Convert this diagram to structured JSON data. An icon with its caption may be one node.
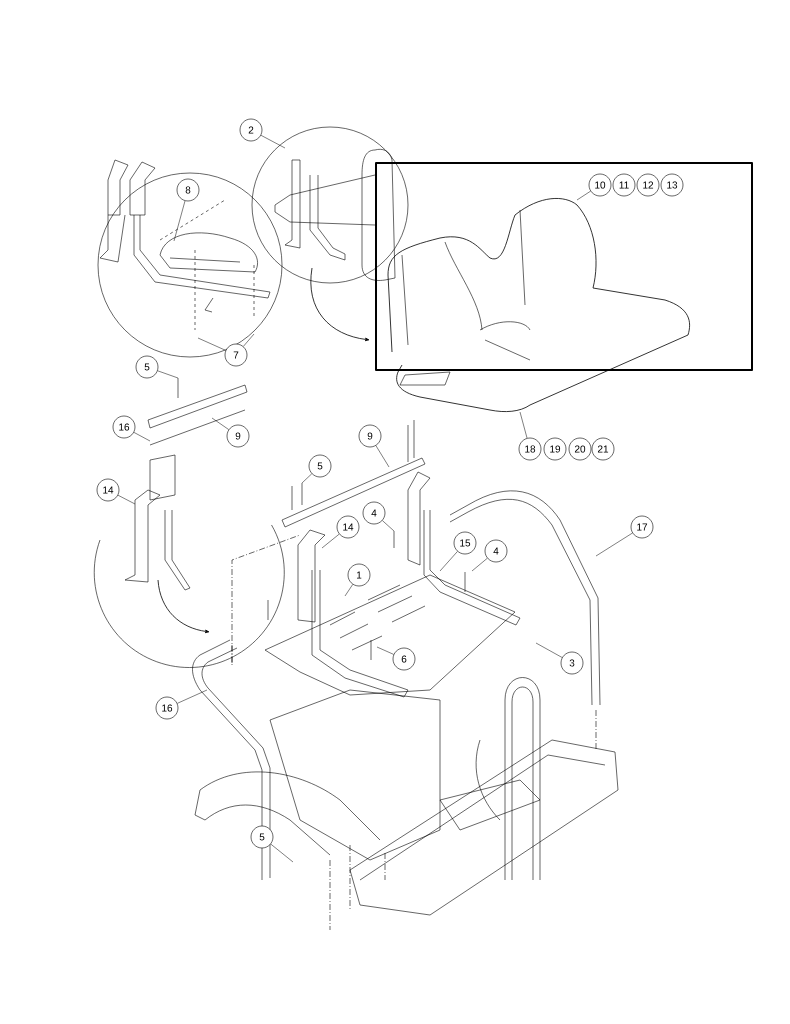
{
  "diagram": {
    "nodes": [
      {
        "text": [
          "2"
        ]
      },
      {
        "text": [
          "8"
        ]
      },
      {
        "text": [
          "7"
        ]
      },
      {
        "text": [
          "10"
        ]
      },
      {
        "text": [
          "11"
        ]
      },
      {
        "text": [
          "12"
        ]
      },
      {
        "text": [
          "13"
        ]
      },
      {
        "text": [
          "5"
        ]
      },
      {
        "text": [
          "16"
        ]
      },
      {
        "text": [
          "9"
        ]
      },
      {
        "text": [
          "9"
        ]
      },
      {
        "text": [
          "18"
        ]
      },
      {
        "text": [
          "19"
        ]
      },
      {
        "text": [
          "20"
        ]
      },
      {
        "text": [
          "21"
        ]
      },
      {
        "text": [
          "5"
        ]
      },
      {
        "text": [
          "14"
        ]
      },
      {
        "text": [
          "4"
        ]
      },
      {
        "text": [
          "14"
        ]
      },
      {
        "text": [
          "17"
        ]
      },
      {
        "text": [
          "15"
        ]
      },
      {
        "text": [
          "4"
        ]
      },
      {
        "text": [
          "1"
        ]
      },
      {
        "text": [
          "6"
        ]
      },
      {
        "text": [
          "3"
        ]
      },
      {
        "text": [
          "16"
        ]
      },
      {
        "text": [
          "5"
        ]
      }
    ],
    "edges": [
      {
        "from": 0,
        "to": null,
        "arrow": "none"
      },
      {
        "from": 1,
        "to": null,
        "arrow": "none"
      },
      {
        "from": 2,
        "to": null,
        "arrow": "none"
      },
      {
        "from": 2,
        "to": null,
        "arrow": "none"
      },
      {
        "from": 3,
        "to": null,
        "arrow": "none"
      },
      {
        "from": 7,
        "to": null,
        "arrow": "none"
      },
      {
        "from": 8,
        "to": null,
        "arrow": "none"
      },
      {
        "from": 9,
        "to": null,
        "arrow": "none"
      },
      {
        "from": 10,
        "to": null,
        "arrow": "none"
      },
      {
        "from": 11,
        "to": null,
        "arrow": "none"
      },
      {
        "from": 15,
        "to": null,
        "arrow": "none"
      },
      {
        "from": 16,
        "to": null,
        "arrow": "none"
      },
      {
        "from": 17,
        "to": null,
        "arrow": "none"
      },
      {
        "from": 18,
        "to": null,
        "arrow": "none"
      },
      {
        "from": 19,
        "to": null,
        "arrow": "none"
      },
      {
        "from": 20,
        "to": null,
        "arrow": "none"
      },
      {
        "from": 21,
        "to": null,
        "arrow": "none"
      },
      {
        "from": 22,
        "to": null,
        "arrow": "none"
      },
      {
        "from": 23,
        "to": null,
        "arrow": "none"
      },
      {
        "from": 24,
        "to": null,
        "arrow": "none"
      },
      {
        "from": 25,
        "to": null,
        "arrow": "none"
      },
      {
        "from": 26,
        "to": null,
        "arrow": "none"
      }
    ]
  }
}
